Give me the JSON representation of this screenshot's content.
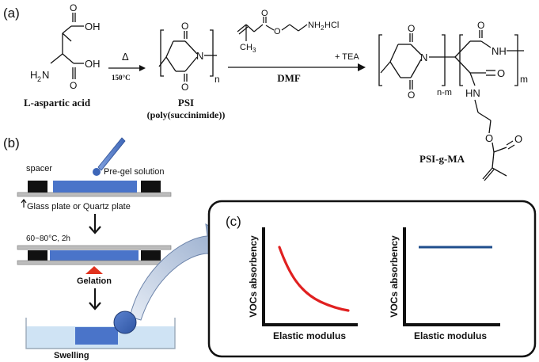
{
  "panel_a": {
    "label": "(a)",
    "aspartic_acid": {
      "oh_top": "OH",
      "oh_bottom": "OH",
      "amine": "H",
      "amine_sub": "2",
      "amine_n": "N",
      "o_top": "O",
      "o_bottom": "O",
      "name": "L-aspartic acid"
    },
    "heat_arrow": {
      "symbol": "Δ",
      "temp": "150°C"
    },
    "psi": {
      "o_top": "O",
      "o_bottom": "O",
      "n_atom": "N",
      "subscript": "n",
      "name": "PSI",
      "fullname": "(poly(succinimide))"
    },
    "reagent": {
      "o1": "O",
      "o2": "O",
      "ch3": "CH",
      "ch3_sub": "3",
      "amine_hcl": "NH",
      "amine_hcl_sub": "2",
      "hcl": "HCl"
    },
    "reaction_arrow": {
      "above": "+ TEA",
      "below": "DMF"
    },
    "product": {
      "o_a": "O",
      "o_b": "O",
      "n_atom": "N",
      "nh_ring": "NH",
      "o_ring_top": "O",
      "o_amide": "O",
      "hn": "HN",
      "o_ester": "O",
      "o_carbonyl": "O",
      "sub_nm": "n-m",
      "sub_m": "m",
      "name": "PSI-g-MA"
    }
  },
  "panel_b": {
    "label": "(b)",
    "spacer": "spacer",
    "pregel": "Pre-gel solution",
    "plate": "Glass plate or Quartz plate",
    "condition": "60~80°C, 2h",
    "gelation": "Gelation",
    "swelling": "Swelling"
  },
  "panel_c": {
    "label": "(c)",
    "left_plot": {
      "ylabel": "VOCs absorbency",
      "xlabel": "Elastic modulus"
    },
    "right_plot": {
      "ylabel": "VOCs absorbency",
      "xlabel": "Elastic modulus"
    },
    "curve_color": "#e02020",
    "flat_color": "#1f4e8c"
  },
  "colors": {
    "gel_blue": "#4a74c9",
    "water_blue": "#cfe3f4",
    "plate_gray": "#bdbdbd"
  }
}
